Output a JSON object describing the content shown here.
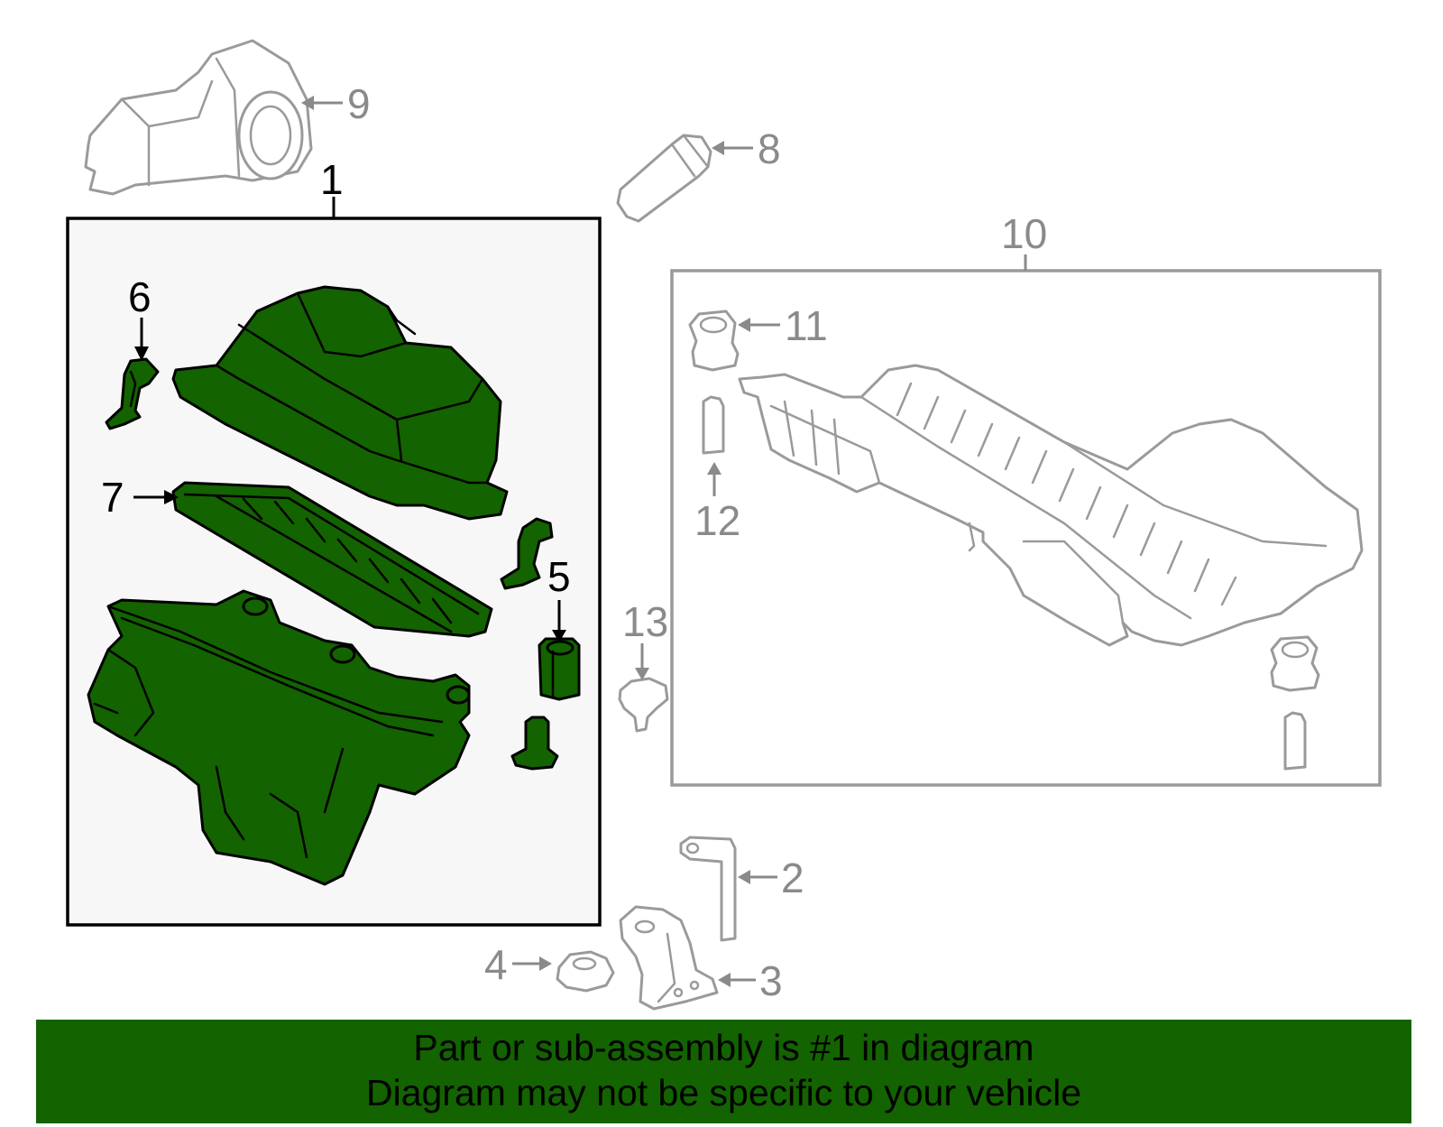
{
  "callouts": {
    "c1": "1",
    "c2": "2",
    "c3": "3",
    "c4": "4",
    "c5": "5",
    "c6": "6",
    "c7": "7",
    "c8": "8",
    "c9": "9",
    "c10": "10",
    "c11": "11",
    "c12": "12",
    "c13": "13"
  },
  "banner": {
    "line1": "Part or sub-assembly is #1 in diagram",
    "line2": "Diagram may not be specific to your vehicle"
  },
  "colors": {
    "highlight_green": "#136300",
    "secondary_gray": "#9a9a9a",
    "panel_background": "#f7f7f7"
  }
}
